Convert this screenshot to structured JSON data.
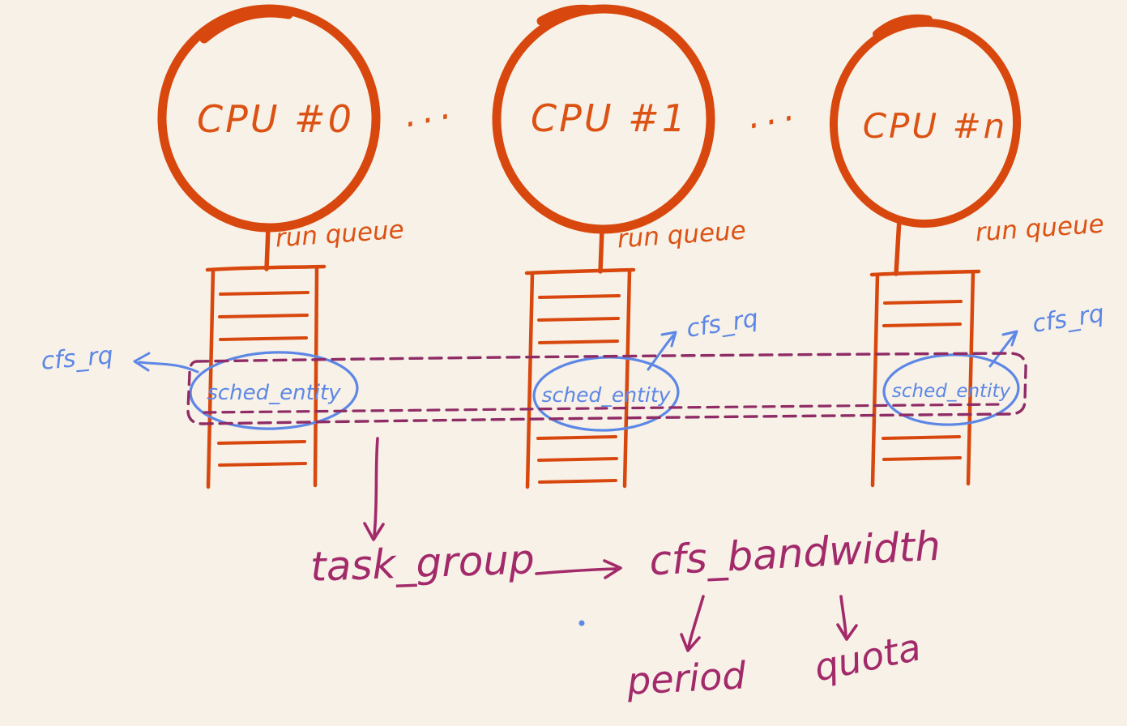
{
  "colors": {
    "orange": "#d8480e",
    "blue": "#5d87e6",
    "purple": "#a32a6a",
    "background": "#f7f1e7"
  },
  "cpus": [
    {
      "label": "CPU #0",
      "run_queue": "run queue",
      "sched_entity": "sched_entity",
      "cfs_rq": "cfs_rq"
    },
    {
      "label": "CPU #1",
      "run_queue": "run queue",
      "sched_entity": "sched_entity",
      "cfs_rq": "cfs_rq"
    },
    {
      "label": "CPU #n",
      "run_queue": "run queue",
      "sched_entity": "sched_entity",
      "cfs_rq": "cfs_rq"
    }
  ],
  "separators": {
    "left": "...",
    "right": "..."
  },
  "labels": {
    "task_group": "task_group",
    "cfs_bandwidth": "cfs_bandwidth",
    "period": "period",
    "quota": "quota"
  }
}
